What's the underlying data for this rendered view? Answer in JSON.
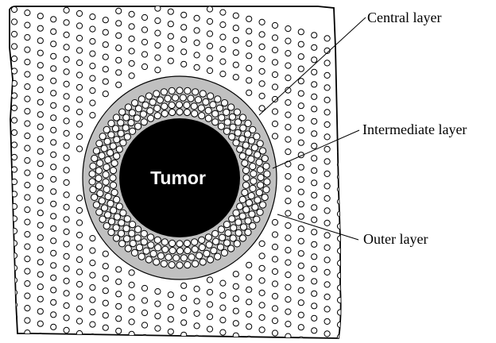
{
  "diagram": {
    "tumor_label": "Tumor",
    "layers": [
      {
        "key": "central",
        "label": "Central layer"
      },
      {
        "key": "intermediate",
        "label": "Intermediate layer"
      },
      {
        "key": "outer",
        "label": "Outer layer"
      }
    ],
    "colors": {
      "tumor_fill": "#000000",
      "intermediate_fill": "#c0c0c0",
      "cell_fill": "#ffffff",
      "stroke": "#000000"
    }
  }
}
